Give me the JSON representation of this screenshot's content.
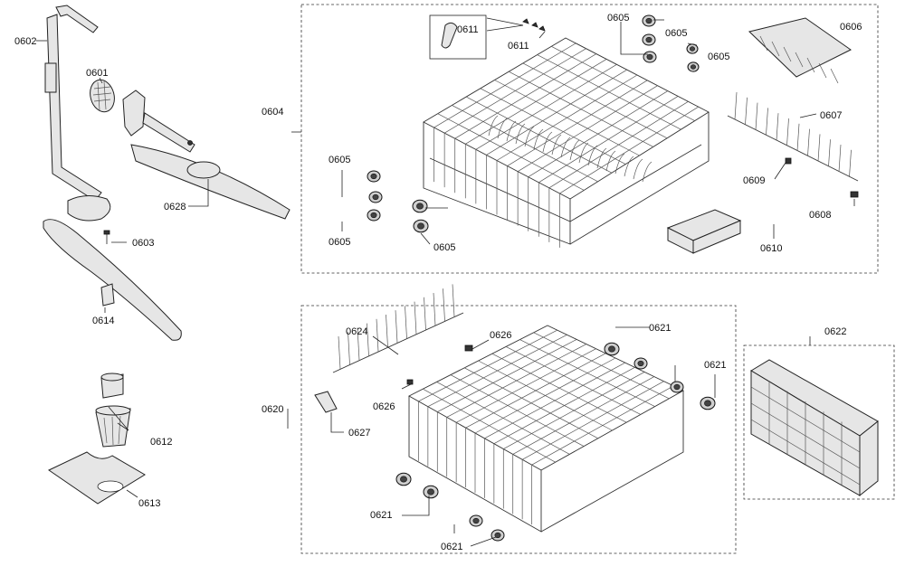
{
  "labels": {
    "p0601": "0601",
    "p0602": "0602",
    "p0603": "0603",
    "p0604": "0604",
    "p0605": "0605",
    "p0606": "0606",
    "p0607": "0607",
    "p0608": "0608",
    "p0609": "0609",
    "p0610": "0610",
    "p0611": "0611",
    "p0612": "0612",
    "p0613": "0613",
    "p0614": "0614",
    "p0620": "0620",
    "p0621": "0621",
    "p0622": "0622",
    "p0624": "0624",
    "p0626": "0626",
    "p0627": "0627",
    "p0628": "0628"
  }
}
